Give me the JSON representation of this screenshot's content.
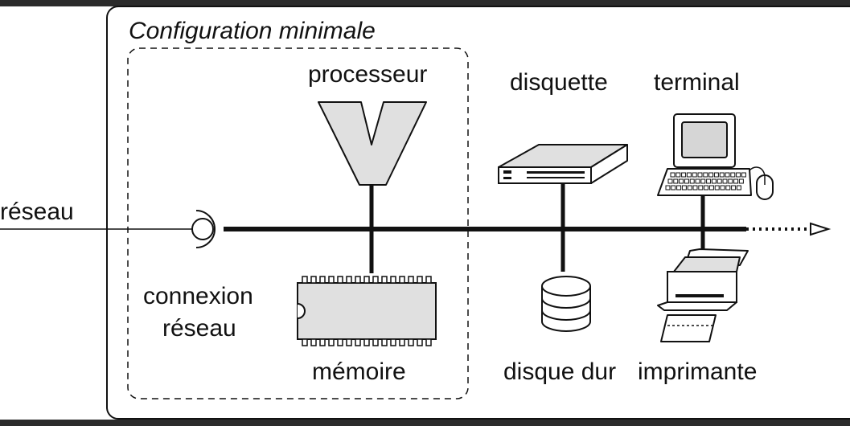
{
  "diagram": {
    "title": "Configuration minimale",
    "labels": {
      "network": "réseau",
      "processor": "processeur",
      "network_connection_line1": "connexion",
      "network_connection_line2": "réseau",
      "memory": "mémoire",
      "floppy": "disquette",
      "terminal": "terminal",
      "hard_disk": "disque dur",
      "printer": "imprimante"
    },
    "colors": {
      "background": "#2b2b2b",
      "panel": "#ffffff",
      "ink": "#111111",
      "fill_gray": "#e0e0e0"
    },
    "icons": {
      "processor": "processor-v-icon",
      "memory": "memory-chip-icon",
      "floppy": "floppy-drive-icon",
      "terminal": "terminal-computer-icon",
      "hard_disk": "disk-stack-icon",
      "printer": "printer-icon",
      "network_connection": "network-port-icon"
    }
  }
}
